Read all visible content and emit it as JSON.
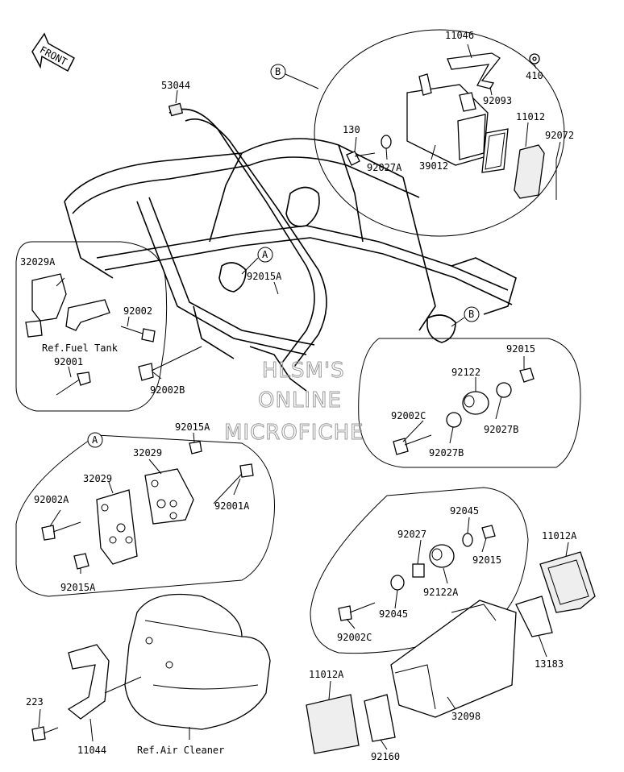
{
  "front_label": "FRONT",
  "watermark": [
    "HLSM'S",
    "ONLINE",
    "MICROFICHE"
  ],
  "callouts": {
    "a1": "A",
    "a2": "A",
    "b1": "B",
    "b2": "B"
  },
  "parts": {
    "p11046": "11046",
    "p410": "410",
    "p92093": "92093",
    "p11012": "11012",
    "p92072": "92072",
    "p130": "130",
    "p39012": "39012",
    "p92027A": "92027A",
    "p53044": "53044",
    "p32029A": "32029A",
    "p92002": "92002",
    "p92001": "92001",
    "p92002B": "92002B",
    "p92015A_top": "92015A",
    "p92015_r": "92015",
    "p92122": "92122",
    "p92002C_r": "92002C",
    "p92027B_a": "92027B",
    "p92027B_b": "92027B",
    "p92015A_a": "92015A",
    "p32029_a": "32029",
    "p32029_b": "32029",
    "p92002A": "92002A",
    "p92001A": "92001A",
    "p92015A_b": "92015A",
    "p92045_a": "92045",
    "p92027": "92027",
    "p92015_b": "92015",
    "p92122A": "92122A",
    "p92045_b": "92045",
    "p92002C_b": "92002C",
    "p11012A_a": "11012A",
    "p13183": "13183",
    "p32098": "32098",
    "p11012A_b": "11012A",
    "p92160": "92160",
    "p223": "223",
    "p11044": "11044"
  },
  "refs": {
    "fuel_tank": "Ref.Fuel Tank",
    "air_cleaner": "Ref.Air Cleaner"
  }
}
